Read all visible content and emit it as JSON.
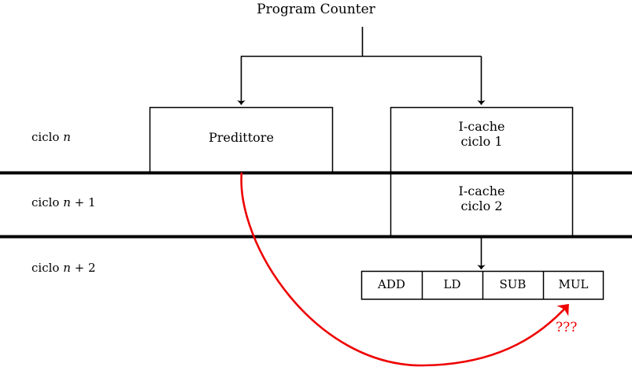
{
  "diagram": {
    "title": "Program Counter",
    "cycles": [
      {
        "id": "n",
        "label_prefix": "ciclo ",
        "label_var": "n",
        "label_suffix": ""
      },
      {
        "id": "n+1",
        "label_prefix": "ciclo ",
        "label_var": "n",
        "label_suffix": " + 1"
      },
      {
        "id": "n+2",
        "label_prefix": "ciclo ",
        "label_var": "n",
        "label_suffix": " + 2"
      }
    ],
    "blocks": {
      "predictor": {
        "label": "Predittore"
      },
      "icache_cycle1": {
        "line1": "I-cache",
        "line2": "ciclo 1"
      },
      "icache_cycle2": {
        "line1": "I-cache",
        "line2": "ciclo 2"
      }
    },
    "instructions": [
      "ADD",
      "LD",
      "SUB",
      "MUL"
    ],
    "annotation": {
      "text": "???"
    },
    "colors": {
      "line": "#000000",
      "rule": "#000000",
      "annotation": "#ee0000",
      "background": "#ffffff"
    }
  }
}
